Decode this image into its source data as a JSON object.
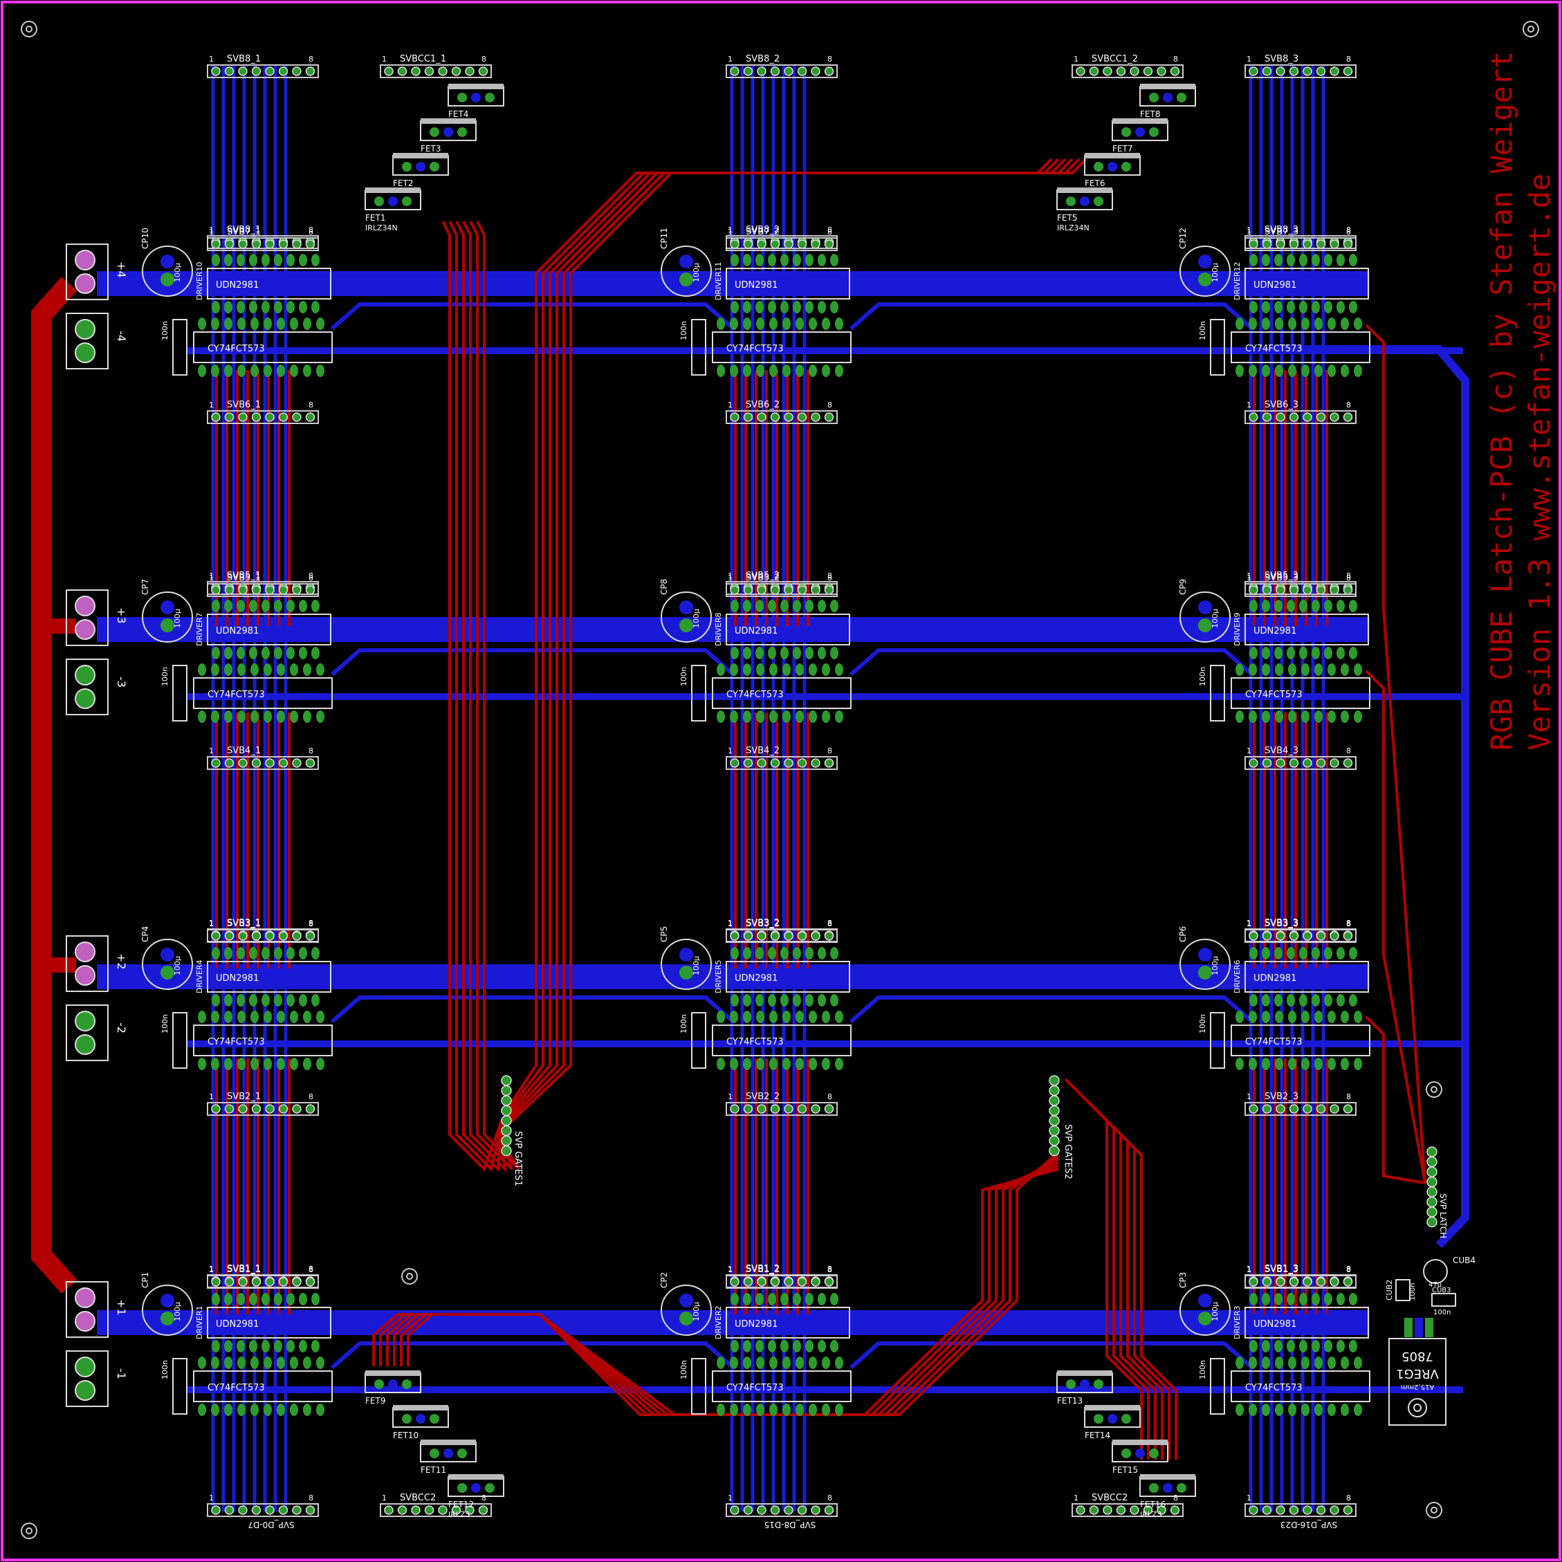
{
  "colors": {
    "outline": "#ff33ff",
    "bottom_copper": "#1a1ad6",
    "top_copper": "#b30000",
    "pad": "#2e9b2e",
    "text": "#ffffff",
    "title_text": "#b30000"
  },
  "title": {
    "line1": "RGB CUBE Latch-PCB (c) by Stefan Weigert",
    "line2": "Version 1.3   www.stefan-weigert.de"
  },
  "power_terminals": [
    {
      "label": "+4"
    },
    {
      "label": "-4"
    },
    {
      "label": "+3"
    },
    {
      "label": "-3"
    },
    {
      "label": "+2"
    },
    {
      "label": "-2"
    },
    {
      "label": "+1"
    },
    {
      "label": "-1"
    }
  ],
  "blocks": [
    {
      "cap": "CP10",
      "cap_val": "100µ",
      "driver_ref": "DRIVER10",
      "driver": "UDN2981",
      "latch": "CY74FCT573",
      "c_val": "100n",
      "header_top": "SVB8_1",
      "header_mid": "SVB7_1",
      "header_low": "SVB6_1"
    },
    {
      "cap": "CP11",
      "cap_val": "100µ",
      "driver_ref": "DRIVER11",
      "driver": "UDN2981",
      "latch": "CY74FCT573",
      "c_val": "100n",
      "header_top": "SVB8_2",
      "header_mid": "SVB7_2",
      "header_low": "SVB6_2"
    },
    {
      "cap": "CP12",
      "cap_val": "100µ",
      "driver_ref": "DRIVER12",
      "driver": "UDN2981",
      "latch": "CY74FCT573",
      "c_val": "100n",
      "header_top": "SVB8_3",
      "header_mid": "SVB7_3",
      "header_low": "SVB6_3"
    },
    {
      "cap": "CP7",
      "cap_val": "100µ",
      "driver_ref": "DRIVER7",
      "driver": "UDN2981",
      "latch": "CY74FCT573",
      "c_val": "100n",
      "header_top": "SVB5_1",
      "header_mid": "SVB4_1",
      "header_low": ""
    },
    {
      "cap": "CP8",
      "cap_val": "100µ",
      "driver_ref": "DRIVER8",
      "driver": "UDN2981",
      "latch": "CY74FCT573",
      "c_val": "100n",
      "header_top": "SVB5_2",
      "header_mid": "SVB4_2",
      "header_low": ""
    },
    {
      "cap": "CP9",
      "cap_val": "100µ",
      "driver_ref": "DRIVER9",
      "driver": "UDN2981",
      "latch": "CY74FCT573",
      "c_val": "100n",
      "header_top": "SVB5_3",
      "header_mid": "SVB4_3",
      "header_low": ""
    },
    {
      "cap": "CP4",
      "cap_val": "100µ",
      "driver_ref": "DRIVER4",
      "driver": "UDN2981",
      "latch": "CY74FCT573",
      "c_val": "100n",
      "header_top": "SVB3_1",
      "header_mid": "SVB2_1",
      "header_low": ""
    },
    {
      "cap": "CP5",
      "cap_val": "100µ",
      "driver_ref": "DRIVER5",
      "driver": "UDN2981",
      "latch": "CY74FCT573",
      "c_val": "100n",
      "header_top": "SVB3_2",
      "header_mid": "SVB2_2",
      "header_low": ""
    },
    {
      "cap": "CP6",
      "cap_val": "100µ",
      "driver_ref": "DRIVER6",
      "driver": "UDN2981",
      "latch": "CY74FCT573",
      "c_val": "100n",
      "header_top": "SVB3_3",
      "header_mid": "SVB2_3",
      "header_low": ""
    },
    {
      "cap": "CP1",
      "cap_val": "100µ",
      "driver_ref": "DRIVER1",
      "driver": "UDN2981",
      "latch": "CY74FCT573",
      "c_val": "100n",
      "header_top": "SVB1_1",
      "header_mid": "",
      "header_low": "SVP_D0-D7"
    },
    {
      "cap": "CP2",
      "cap_val": "100µ",
      "driver_ref": "DRIVER2",
      "driver": "UDN2981",
      "latch": "CY74FCT573",
      "c_val": "100n",
      "header_top": "SVB1_2",
      "header_mid": "",
      "header_low": "SVP_D8-D15"
    },
    {
      "cap": "CP3",
      "cap_val": "100µ",
      "driver_ref": "DRIVER3",
      "driver": "UDN2981",
      "latch": "CY74FCT573",
      "c_val": "100n",
      "header_top": "SVB1_3",
      "header_mid": "",
      "header_low": "SVP_D16-D23"
    }
  ],
  "fet_headers": {
    "top_left": "SVBCC1_1",
    "top_right": "SVBCC1_2",
    "bottom_left": "SVBCC2",
    "bottom_right": "SVBCC2"
  },
  "fets_top_left": [
    "FET4",
    "FET3",
    "FET2",
    "FET1"
  ],
  "fets_top_right": [
    "FET8",
    "FET7",
    "FET6",
    "FET5"
  ],
  "fets_bottom_left": [
    "FET9",
    "FET10",
    "FET11",
    "FET12"
  ],
  "fets_bottom_right": [
    "FET13",
    "FET14",
    "FET15",
    "FET16"
  ],
  "fet_type": "IRLZ34N",
  "fet_type_short": "IRLZ3",
  "gate_headers": {
    "left": "SVP GATES1",
    "right": "SVP GATES2"
  },
  "regulator": {
    "name": "VREG1",
    "part": "7805",
    "note": "A15,2mm"
  },
  "misc_parts": {
    "cub4": "CUB4",
    "cub2": "CUB2",
    "cub3": "CUB3",
    "cub3_val": "100n",
    "cub2_val": "100n",
    "cub4_val": "47µ",
    "svp_latch": "SVP LATCH"
  },
  "pin_marks": {
    "first": "1",
    "last": "8"
  }
}
